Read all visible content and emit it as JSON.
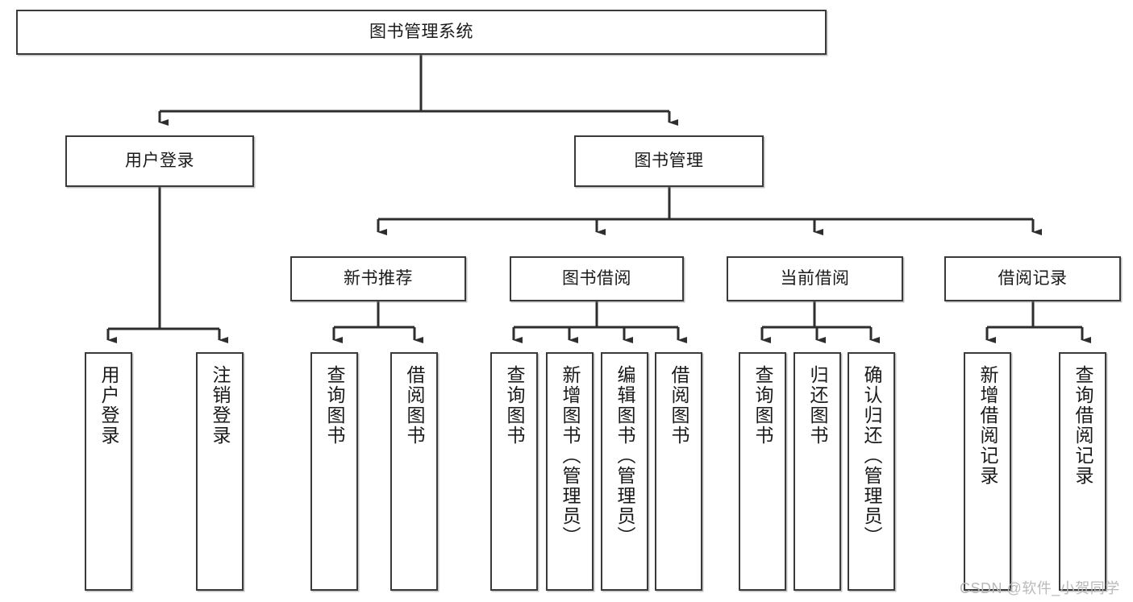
{
  "diagram": {
    "type": "tree",
    "title": "图书管理系统",
    "watermark": "CSDN @软件_小贺同学",
    "nodes": {
      "root": {
        "label": "图书管理系统"
      },
      "login": {
        "label": "用户登录"
      },
      "book_mgmt": {
        "label": "图书管理"
      },
      "new_book_rec": {
        "label": "新书推荐"
      },
      "book_borrow": {
        "label": "图书借阅"
      },
      "current_borrow": {
        "label": "当前借阅"
      },
      "borrow_record": {
        "label": "借阅记录"
      },
      "leaf_user_login": {
        "label": "用户登录"
      },
      "leaf_logout": {
        "label": "注销登录"
      },
      "leaf_query_book_1": {
        "label": "查询图书"
      },
      "leaf_borrow_book_1": {
        "label": "借阅图书"
      },
      "leaf_query_book_2": {
        "label": "查询图书"
      },
      "leaf_add_book": {
        "label": "新增图书（管理员）"
      },
      "leaf_edit_book": {
        "label": "编辑图书（管理员）"
      },
      "leaf_borrow_book_2": {
        "label": "借阅图书"
      },
      "leaf_query_book_3": {
        "label": "查询图书"
      },
      "leaf_return_book": {
        "label": "归还图书"
      },
      "leaf_confirm_return": {
        "label": "确认归还（管理员）"
      },
      "leaf_add_record": {
        "label": "新增借阅记录"
      },
      "leaf_query_record": {
        "label": "查询借阅记录"
      }
    },
    "edges": [
      {
        "from": "root",
        "to": "login"
      },
      {
        "from": "root",
        "to": "book_mgmt"
      },
      {
        "from": "login",
        "to": "leaf_user_login"
      },
      {
        "from": "login",
        "to": "leaf_logout"
      },
      {
        "from": "book_mgmt",
        "to": "new_book_rec"
      },
      {
        "from": "book_mgmt",
        "to": "book_borrow"
      },
      {
        "from": "book_mgmt",
        "to": "current_borrow"
      },
      {
        "from": "book_mgmt",
        "to": "borrow_record"
      },
      {
        "from": "new_book_rec",
        "to": "leaf_query_book_1"
      },
      {
        "from": "new_book_rec",
        "to": "leaf_borrow_book_1"
      },
      {
        "from": "book_borrow",
        "to": "leaf_query_book_2"
      },
      {
        "from": "book_borrow",
        "to": "leaf_add_book"
      },
      {
        "from": "book_borrow",
        "to": "leaf_edit_book"
      },
      {
        "from": "book_borrow",
        "to": "leaf_borrow_book_2"
      },
      {
        "from": "current_borrow",
        "to": "leaf_query_book_3"
      },
      {
        "from": "current_borrow",
        "to": "leaf_return_book"
      },
      {
        "from": "current_borrow",
        "to": "leaf_confirm_return"
      },
      {
        "from": "borrow_record",
        "to": "leaf_add_record"
      },
      {
        "from": "borrow_record",
        "to": "leaf_query_record"
      }
    ],
    "colors": {
      "stroke": "#3a3a3a",
      "fill": "#ffffff",
      "text": "#1a1a1a",
      "watermark": "#b9b9b9"
    }
  }
}
